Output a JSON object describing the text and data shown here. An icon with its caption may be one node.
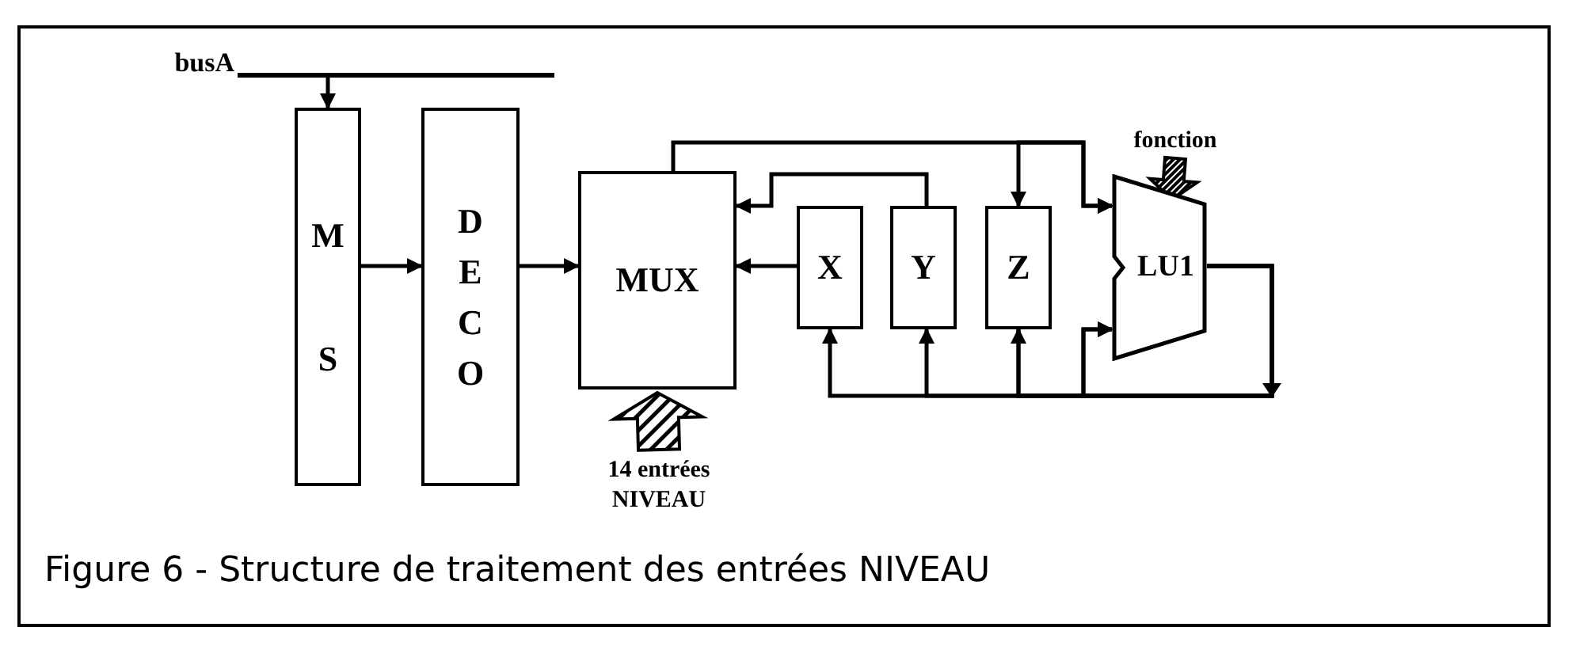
{
  "diagram": {
    "caption": "Figure 6 - Structure de traitement des entrées NIVEAU",
    "nodes": [
      {
        "text": [
          "busA"
        ]
      },
      {
        "text": [
          "MS"
        ]
      },
      {
        "text": [
          "DECO"
        ]
      },
      {
        "text": [
          "MUX"
        ]
      },
      {
        "text": [
          "X"
        ]
      },
      {
        "text": [
          "Y"
        ]
      },
      {
        "text": [
          "Z"
        ]
      },
      {
        "text": [
          "LU1"
        ]
      },
      {
        "text": [
          "fonction"
        ]
      },
      {
        "text": [
          "14 entrées NIVEAU"
        ]
      }
    ],
    "edges": [
      {
        "from": 0,
        "to": 1,
        "arrow": "to"
      },
      {
        "from": 1,
        "to": 2,
        "arrow": "to"
      },
      {
        "from": 2,
        "to": 3,
        "arrow": "to"
      },
      {
        "from": 5,
        "to": 3,
        "arrow": "to"
      },
      {
        "from": 4,
        "to": 3,
        "arrow": "to"
      },
      {
        "from": 3,
        "to": 7,
        "arrow": "to"
      },
      {
        "from": 6,
        "to": 7,
        "arrow": "both"
      },
      {
        "from": 7,
        "to": 4,
        "arrow": "to"
      },
      {
        "from": 7,
        "to": 5,
        "arrow": "to"
      },
      {
        "from": 7,
        "to": 6,
        "arrow": "to"
      },
      {
        "from": 6,
        "to": 7,
        "arrow": "to"
      },
      {
        "from": 7,
        "to": 7,
        "arrow": "to"
      },
      {
        "from": 8,
        "to": 7,
        "arrow": "to",
        "style": "thick"
      },
      {
        "from": 9,
        "to": 3,
        "arrow": "to",
        "style": "thick"
      }
    ]
  }
}
